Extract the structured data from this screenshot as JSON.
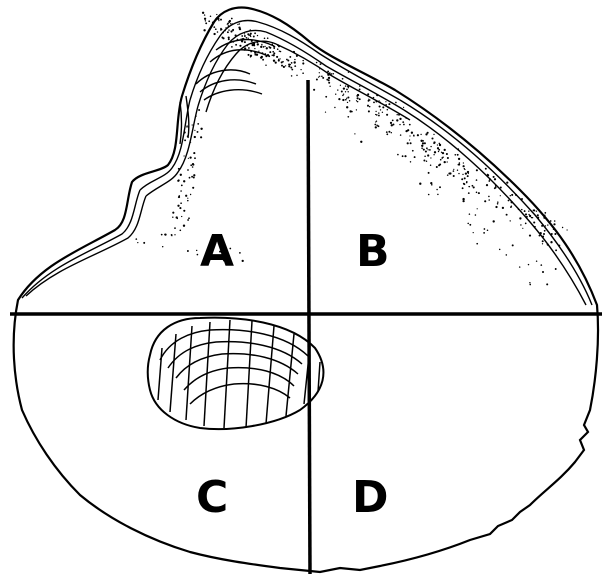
{
  "figure": {
    "quadrants": [
      {
        "id": "a",
        "label": "A"
      },
      {
        "id": "b",
        "label": "B"
      },
      {
        "id": "c",
        "label": "C"
      },
      {
        "id": "d",
        "label": "D"
      }
    ]
  }
}
